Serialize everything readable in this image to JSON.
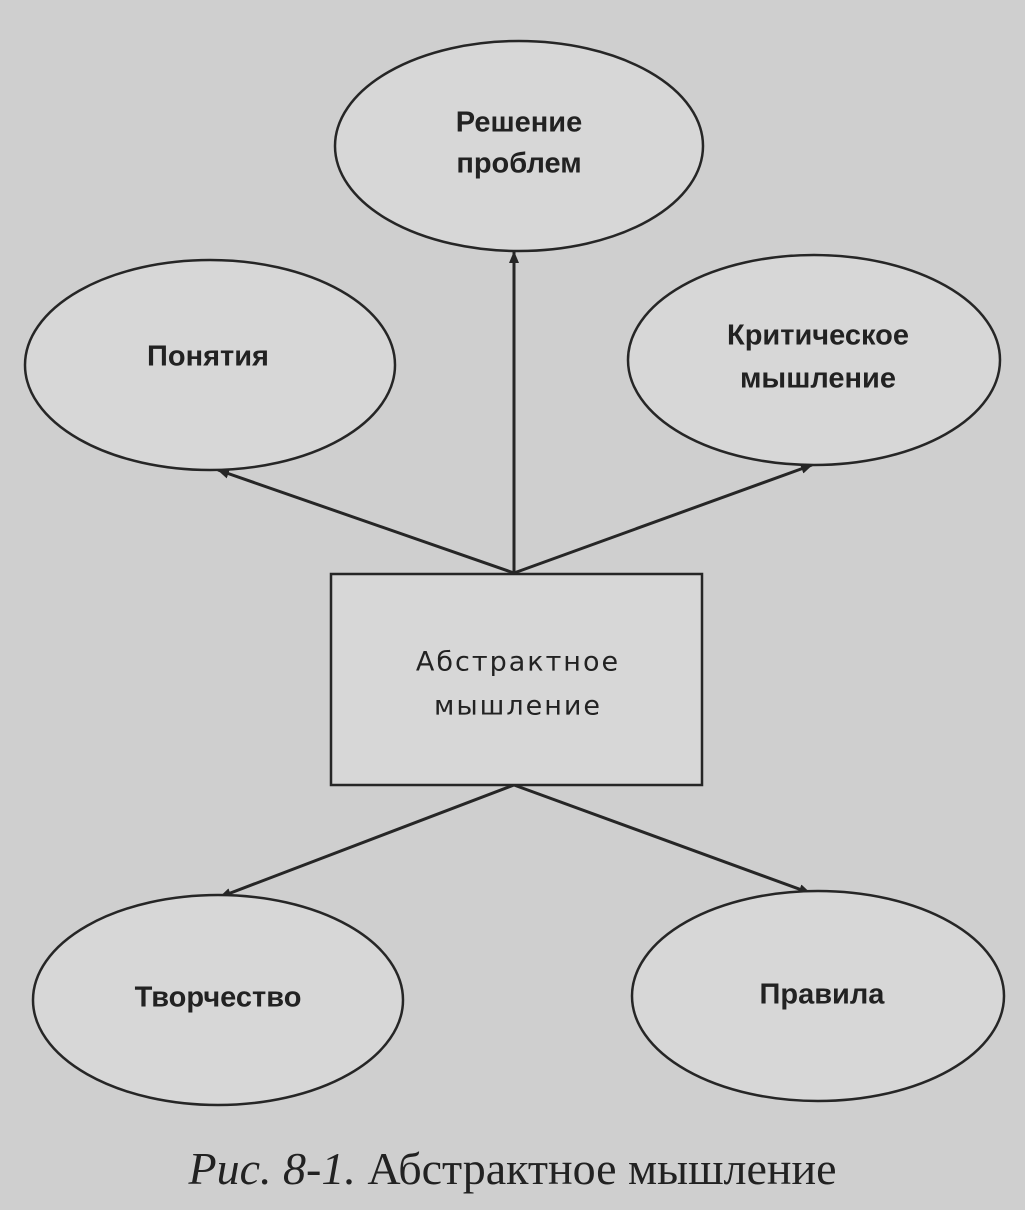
{
  "diagram": {
    "center": {
      "lines": [
        "Абстрактное",
        "мышление"
      ]
    },
    "nodes": [
      {
        "id": "problem-solving",
        "lines": [
          "Решение",
          "проблем"
        ]
      },
      {
        "id": "concepts",
        "lines": [
          "Понятия"
        ]
      },
      {
        "id": "critical-thinking",
        "lines": [
          "Критическое",
          "мышление"
        ]
      },
      {
        "id": "creativity",
        "lines": [
          "Творчество"
        ]
      },
      {
        "id": "rules",
        "lines": [
          "Правила"
        ]
      }
    ],
    "edges": [
      {
        "from": "center",
        "to": "problem-solving"
      },
      {
        "from": "center",
        "to": "concepts"
      },
      {
        "from": "center",
        "to": "critical-thinking"
      },
      {
        "from": "center",
        "to": "creativity"
      },
      {
        "from": "center",
        "to": "rules"
      }
    ]
  },
  "caption": {
    "figure_number": "Рис. 8-1.",
    "title": "Абстрактное мышление"
  }
}
